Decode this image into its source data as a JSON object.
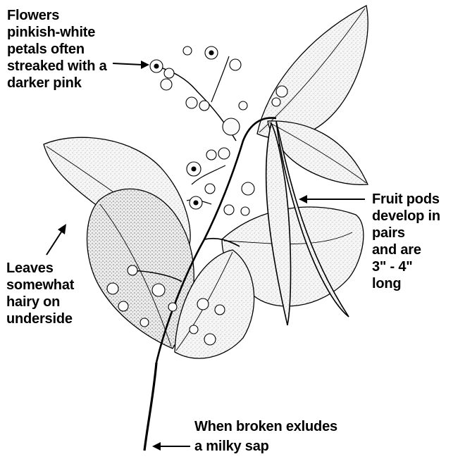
{
  "illustration": {
    "subject": "milkweed-branch",
    "colors": {
      "ink": "#000000",
      "leaf_fill": "#f4f4f4",
      "leaf_shade": "#e6e6e6",
      "background": "#ffffff"
    }
  },
  "callouts": {
    "flowers": [
      "Flowers",
      "pinkish-white",
      "petals often",
      "streaked with a",
      "darker pink"
    ],
    "leaves": [
      "Leaves",
      "somewhat",
      "hairy on",
      "underside"
    ],
    "pods": [
      "Fruit pods",
      "develop in",
      "pairs",
      "and are",
      "3\" - 4\"",
      "long"
    ],
    "sap": [
      "When broken exludes",
      "a milky sap"
    ]
  }
}
